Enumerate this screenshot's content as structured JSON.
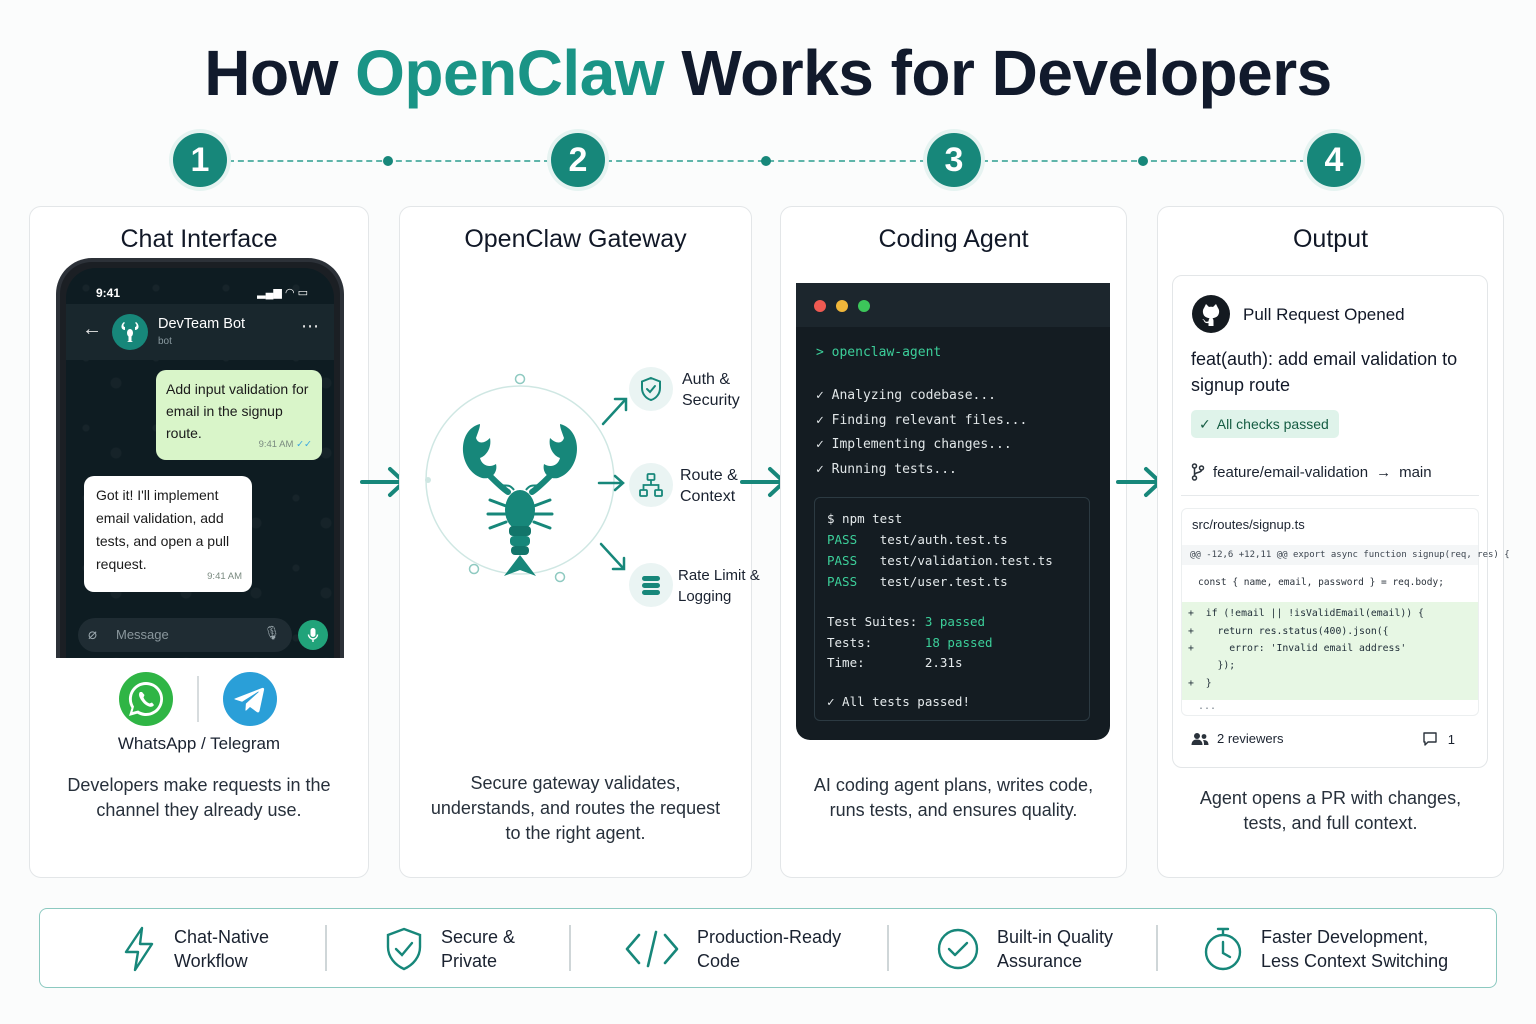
{
  "title": {
    "prefix": "How",
    "accent": "OpenClaw",
    "suffix": "Works for Developers"
  },
  "steps": [
    "1",
    "2",
    "3",
    "4"
  ],
  "cards": {
    "chat": {
      "title": "Chat Interface",
      "phone": {
        "time": "9:41",
        "bot_name": "DevTeam Bot",
        "bot_sub": "bot",
        "outgoing_message": "Add input validation for email in the signup route.",
        "outgoing_time": "9:41 AM",
        "incoming_message": "Got it! I'll implement email validation, add tests, and open a pull request.",
        "incoming_time": "9:41 AM",
        "message_placeholder": "Message"
      },
      "channels_label": "WhatsApp / Telegram",
      "description": "Developers make requests in the channel they already use."
    },
    "gateway": {
      "title": "OpenClaw Gateway",
      "features": [
        {
          "label_1": "Auth &",
          "label_2": "Security",
          "icon": "shield-check-icon"
        },
        {
          "label_1": "Route &",
          "label_2": "Context",
          "icon": "route-tree-icon"
        },
        {
          "label_1": "Rate Limit &",
          "label_2": "Logging",
          "icon": "database-stack-icon"
        }
      ],
      "description": "Secure gateway validates, understands, and routes the request to the right agent."
    },
    "agent": {
      "title": "Coding Agent",
      "terminal": {
        "prompt": "> openclaw-agent",
        "steps": [
          "✓ Analyzing codebase...",
          "✓ Finding relevant files...",
          "✓ Implementing changes...",
          "✓ Running tests..."
        ],
        "command": "$ npm test",
        "results": [
          {
            "status": "PASS",
            "file": "test/auth.test.ts"
          },
          {
            "status": "PASS",
            "file": "test/validation.test.ts"
          },
          {
            "status": "PASS",
            "file": "test/user.test.ts"
          }
        ],
        "suites_label": "Test Suites:",
        "suites_value": "3 passed",
        "tests_label": "Tests:",
        "tests_value": "18 passed",
        "time_label": "Time:",
        "time_value": "2.31s",
        "final": "✓ All tests passed!"
      },
      "description": "AI coding agent plans, writes code, runs tests, and ensures quality."
    },
    "output": {
      "title": "Output",
      "pr": {
        "heading": "Pull Request Opened",
        "pr_title": "feat(auth): add email validation to signup route",
        "checks": "All checks passed",
        "branch_from": "feature/email-validation",
        "branch_to": "main",
        "file": "src/routes/signup.ts",
        "hunk": "@@ -12,6 +12,11 @@ export async function signup(req, res) {",
        "context_line": "const { name, email, password } = req.body;",
        "added_lines": [
          "+  if (!email || !isValidEmail(email)) {",
          "+    return res.status(400).json({",
          "+      error: 'Invalid email address'",
          "     });",
          "+  }"
        ],
        "more": "...",
        "reviewers": "2 reviewers",
        "comments": "1"
      },
      "description": "Agent opens a PR with changes, tests, and full context."
    }
  },
  "benefits": [
    {
      "line_1": "Chat-Native",
      "line_2": "Workflow",
      "icon": "lightning-icon"
    },
    {
      "line_1": "Secure &",
      "line_2": "Private",
      "icon": "shield-check-icon"
    },
    {
      "line_1": "Production-Ready",
      "line_2": "Code",
      "icon": "code-brackets-icon"
    },
    {
      "line_1": "Built-in Quality",
      "line_2": "Assurance",
      "icon": "check-circle-icon"
    },
    {
      "line_1": "Faster Development,",
      "line_2": "Less Context Switching",
      "icon": "stopwatch-icon"
    }
  ],
  "colors": {
    "accent": "#1a9486",
    "step": "#17877a",
    "terminal_bg": "#141c22",
    "pass_green": "#3ccf9a"
  }
}
